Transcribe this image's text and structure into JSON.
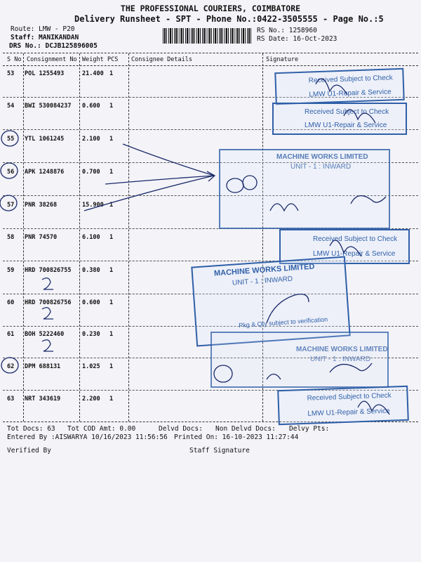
{
  "header": {
    "company": "THE PROFESSIONAL COURIERS, COIMBATORE",
    "subtitle": "Delivery Runsheet - SPT - Phone No.:0422-3505555 - Page No.:5",
    "route": "Route: LMW - P20",
    "staff": "Staff: MANIKANDAN",
    "drs": "DRS No.: DCJB125896005",
    "rs_no": "RS No.: 1258960",
    "rs_date": "RS Date: 16-Oct-2023"
  },
  "columns": [
    "S No",
    "Consignment No",
    "Weight",
    "PCS",
    "Consignee Details",
    "Signature"
  ],
  "rows": [
    {
      "sno": "53",
      "consignment": "POL 1255493",
      "weight": "21.400",
      "pcs": "1"
    },
    {
      "sno": "54",
      "consignment": "BWI 530084237",
      "weight": "0.600",
      "pcs": "1"
    },
    {
      "sno": "55",
      "consignment": "YTL 1061245",
      "weight": "2.100",
      "pcs": "1"
    },
    {
      "sno": "56",
      "consignment": "APK 1248876",
      "weight": "0.700",
      "pcs": "1"
    },
    {
      "sno": "57",
      "consignment": "PNR 38268",
      "weight": "15.900",
      "pcs": "1"
    },
    {
      "sno": "58",
      "consignment": "PNR 74570",
      "weight": "6.100",
      "pcs": "1"
    },
    {
      "sno": "59",
      "consignment": "HRD 700826755",
      "weight": "0.380",
      "pcs": "1"
    },
    {
      "sno": "60",
      "consignment": "HRD 700826756",
      "weight": "0.600",
      "pcs": "1"
    },
    {
      "sno": "61",
      "consignment": "BOH 5222460",
      "weight": "0.230",
      "pcs": "1"
    },
    {
      "sno": "62",
      "consignment": "DPM 688131",
      "weight": "1.025",
      "pcs": "1"
    },
    {
      "sno": "63",
      "consignment": "NRT 343619",
      "weight": "2.200",
      "pcs": "1"
    }
  ],
  "footer": {
    "tot_docs": "Tot Docs:  63",
    "tot_cod": "Tot COD Amt:    0.00",
    "delvd": "Delvd Docs:",
    "non_delvd": "Non Delvd Docs:",
    "delvy_pts": "Delvy Pts:",
    "entered_by": "Entered By :AISWARYA 10/16/2023 11:56:56",
    "printed_on": "Printed On: 16-10-2023 11:27:44",
    "verified_by": "Verified By",
    "staff_signature": "Staff Signature"
  },
  "stamps": {
    "received": "Received Subject to Check",
    "lmw_repair": "LMW U1-Repair & Service",
    "machine_works": "MACHINE WORKS LIMITED",
    "inward": "UNIT - 1 : INWARD",
    "qty_check": "Pkg & Qty subject to verification"
  },
  "colors": {
    "ink": "#111111",
    "stamp": "#2f5fa8",
    "pen": "#1a2a6a"
  }
}
